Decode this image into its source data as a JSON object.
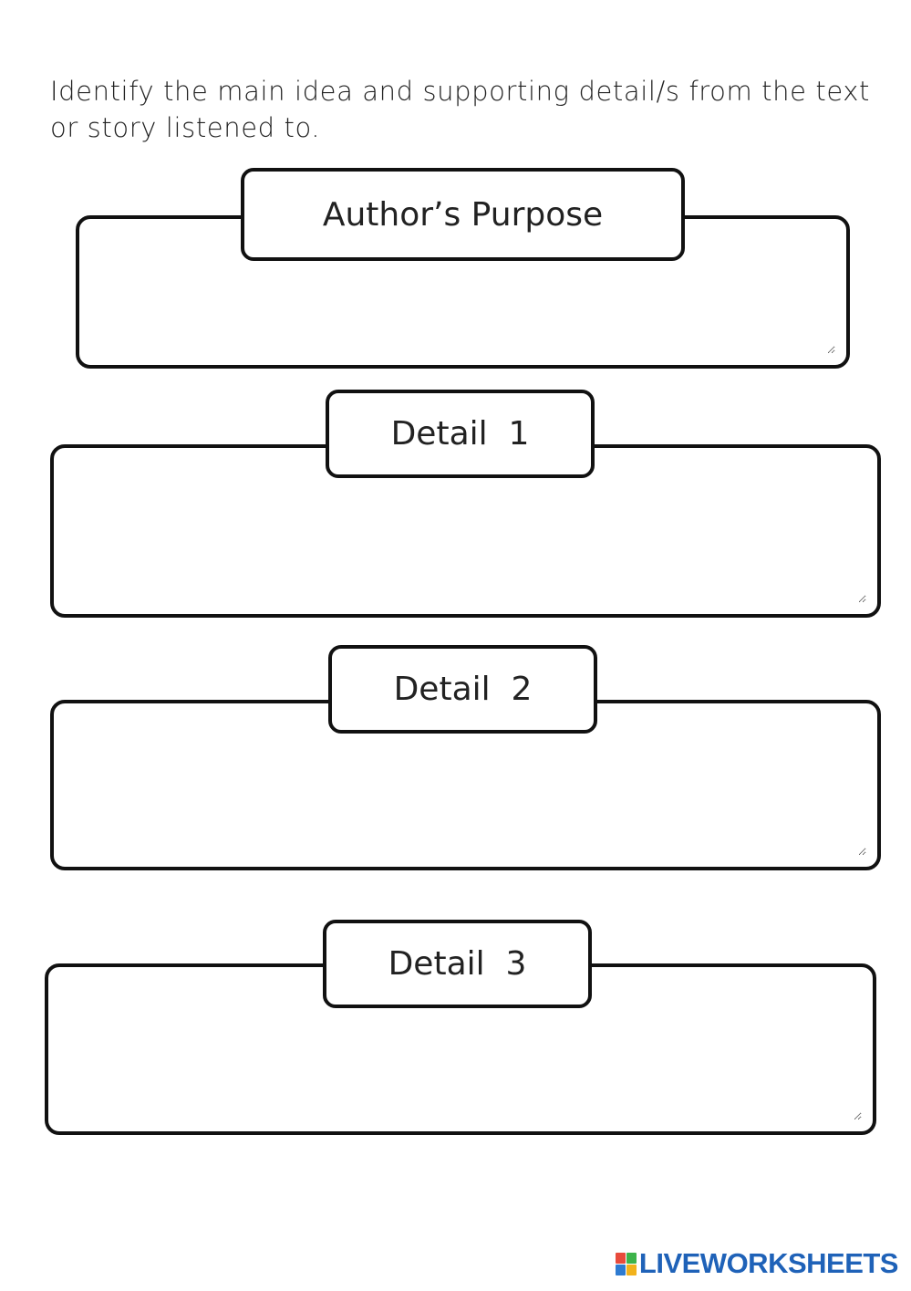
{
  "instructions": "Identify the main idea and supporting detail/s from the text or story listened to.",
  "sections": [
    {
      "label": "Author’s Purpose"
    },
    {
      "label": "Detail  1"
    },
    {
      "label": "Detail  2"
    },
    {
      "label": "Detail  3"
    }
  ],
  "brand": {
    "name": "LIVEWORKSHEETS",
    "color": "#1f62b8",
    "mark_colors": [
      "#e84b3c",
      "#3db34a",
      "#2e7bd1",
      "#f2b21b"
    ]
  }
}
